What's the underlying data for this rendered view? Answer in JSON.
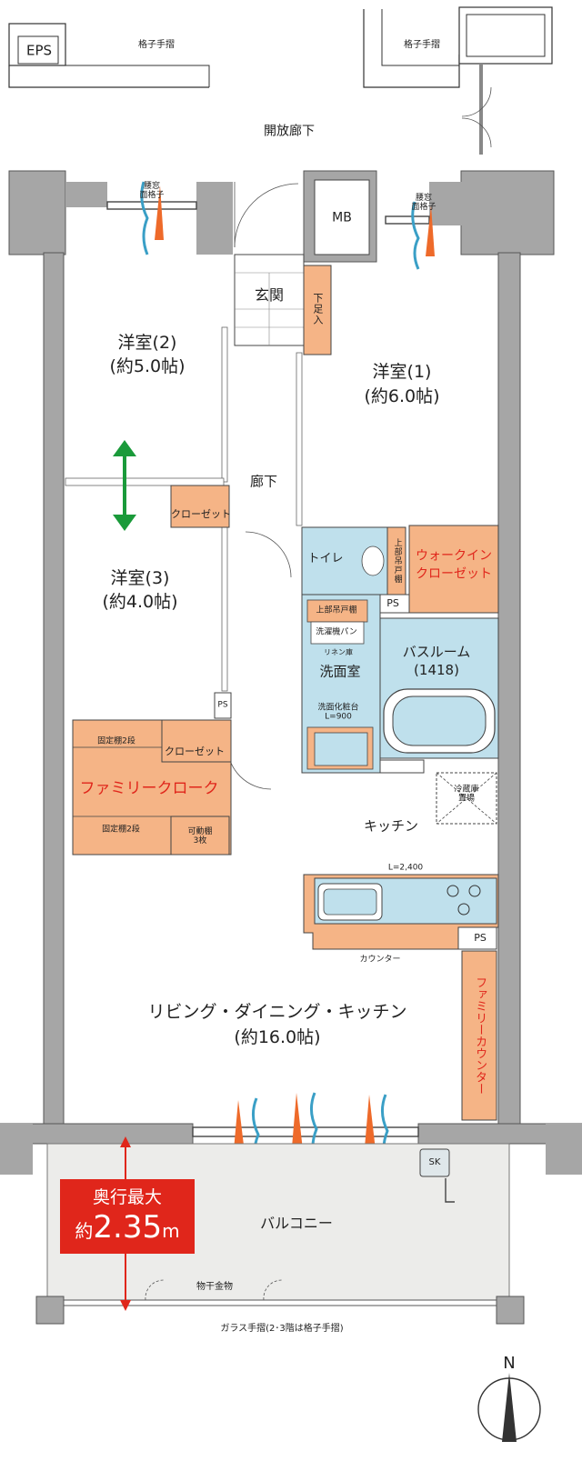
{
  "colors": {
    "wall": "#a6a6a6",
    "wall_dark": "#8c8c8c",
    "storage": "#f5b486",
    "wet_area": "#bfe0ec",
    "balcony": "#ececea",
    "accent_red": "#e0261b",
    "arrow_green": "#1a9a3a",
    "airflow_blue": "#3a9fc6",
    "airflow_orange": "#ee6a2a"
  },
  "top": {
    "eps": "EPS",
    "rail_left": "格子手摺",
    "rail_right": "格子手摺",
    "corridor": "開放廊下"
  },
  "windows": {
    "left_grille": "腰窓\n面格子",
    "right_grille": "腰窓\n面格子"
  },
  "rooms": {
    "mb": "MB",
    "entrance": "玄関",
    "shoe_storage": "下足入",
    "western1_name": "洋室(1)",
    "western1_size": "(約6.0帖)",
    "western2_name": "洋室(2)",
    "western2_size": "(約5.0帖)",
    "western3_name": "洋室(3)",
    "western3_size": "(約4.0帖)",
    "hallway": "廊下",
    "closet_a": "クローゼット",
    "closet_b": "クローゼット",
    "toilet": "トイレ",
    "upper_cabinet_toilet": "上部吊戸棚",
    "walkin_closet": "ウォークイン\nクローゼット",
    "ps_a": "PS",
    "ps_b": "PS",
    "ps_c": "PS",
    "upper_cabinet_wash": "上部吊戸棚",
    "laundry_pan": "洗濯機パン",
    "linen_storage": "リネン庫",
    "washroom": "洗面室",
    "vanity": "洗面化粧台\nL=900",
    "bathroom": "バスルーム\n(1418)",
    "family_cloak": "ファミリークローク",
    "fixed_shelf_top": "固定棚2段",
    "fixed_shelf_bottom": "固定棚2段",
    "movable_shelf": "可動棚\n3枚",
    "fridge": "冷蔵庫\n置場",
    "kitchen": "キッチン",
    "kitchen_length": "L=2,400",
    "counter": "カウンター",
    "family_counter": "ファミリーカウンター",
    "ldk_name": "リビング・ダイニング・キッチン",
    "ldk_size": "(約16.0帖)",
    "sk": "SK",
    "balcony": "バルコニー",
    "drying_hardware": "物干金物",
    "glass_rail": "ガラス手摺(2･3階は格子手摺)"
  },
  "depth": {
    "line1": "奥行最大",
    "prefix": "約",
    "value": "2.35",
    "unit": "m"
  },
  "compass": "N"
}
